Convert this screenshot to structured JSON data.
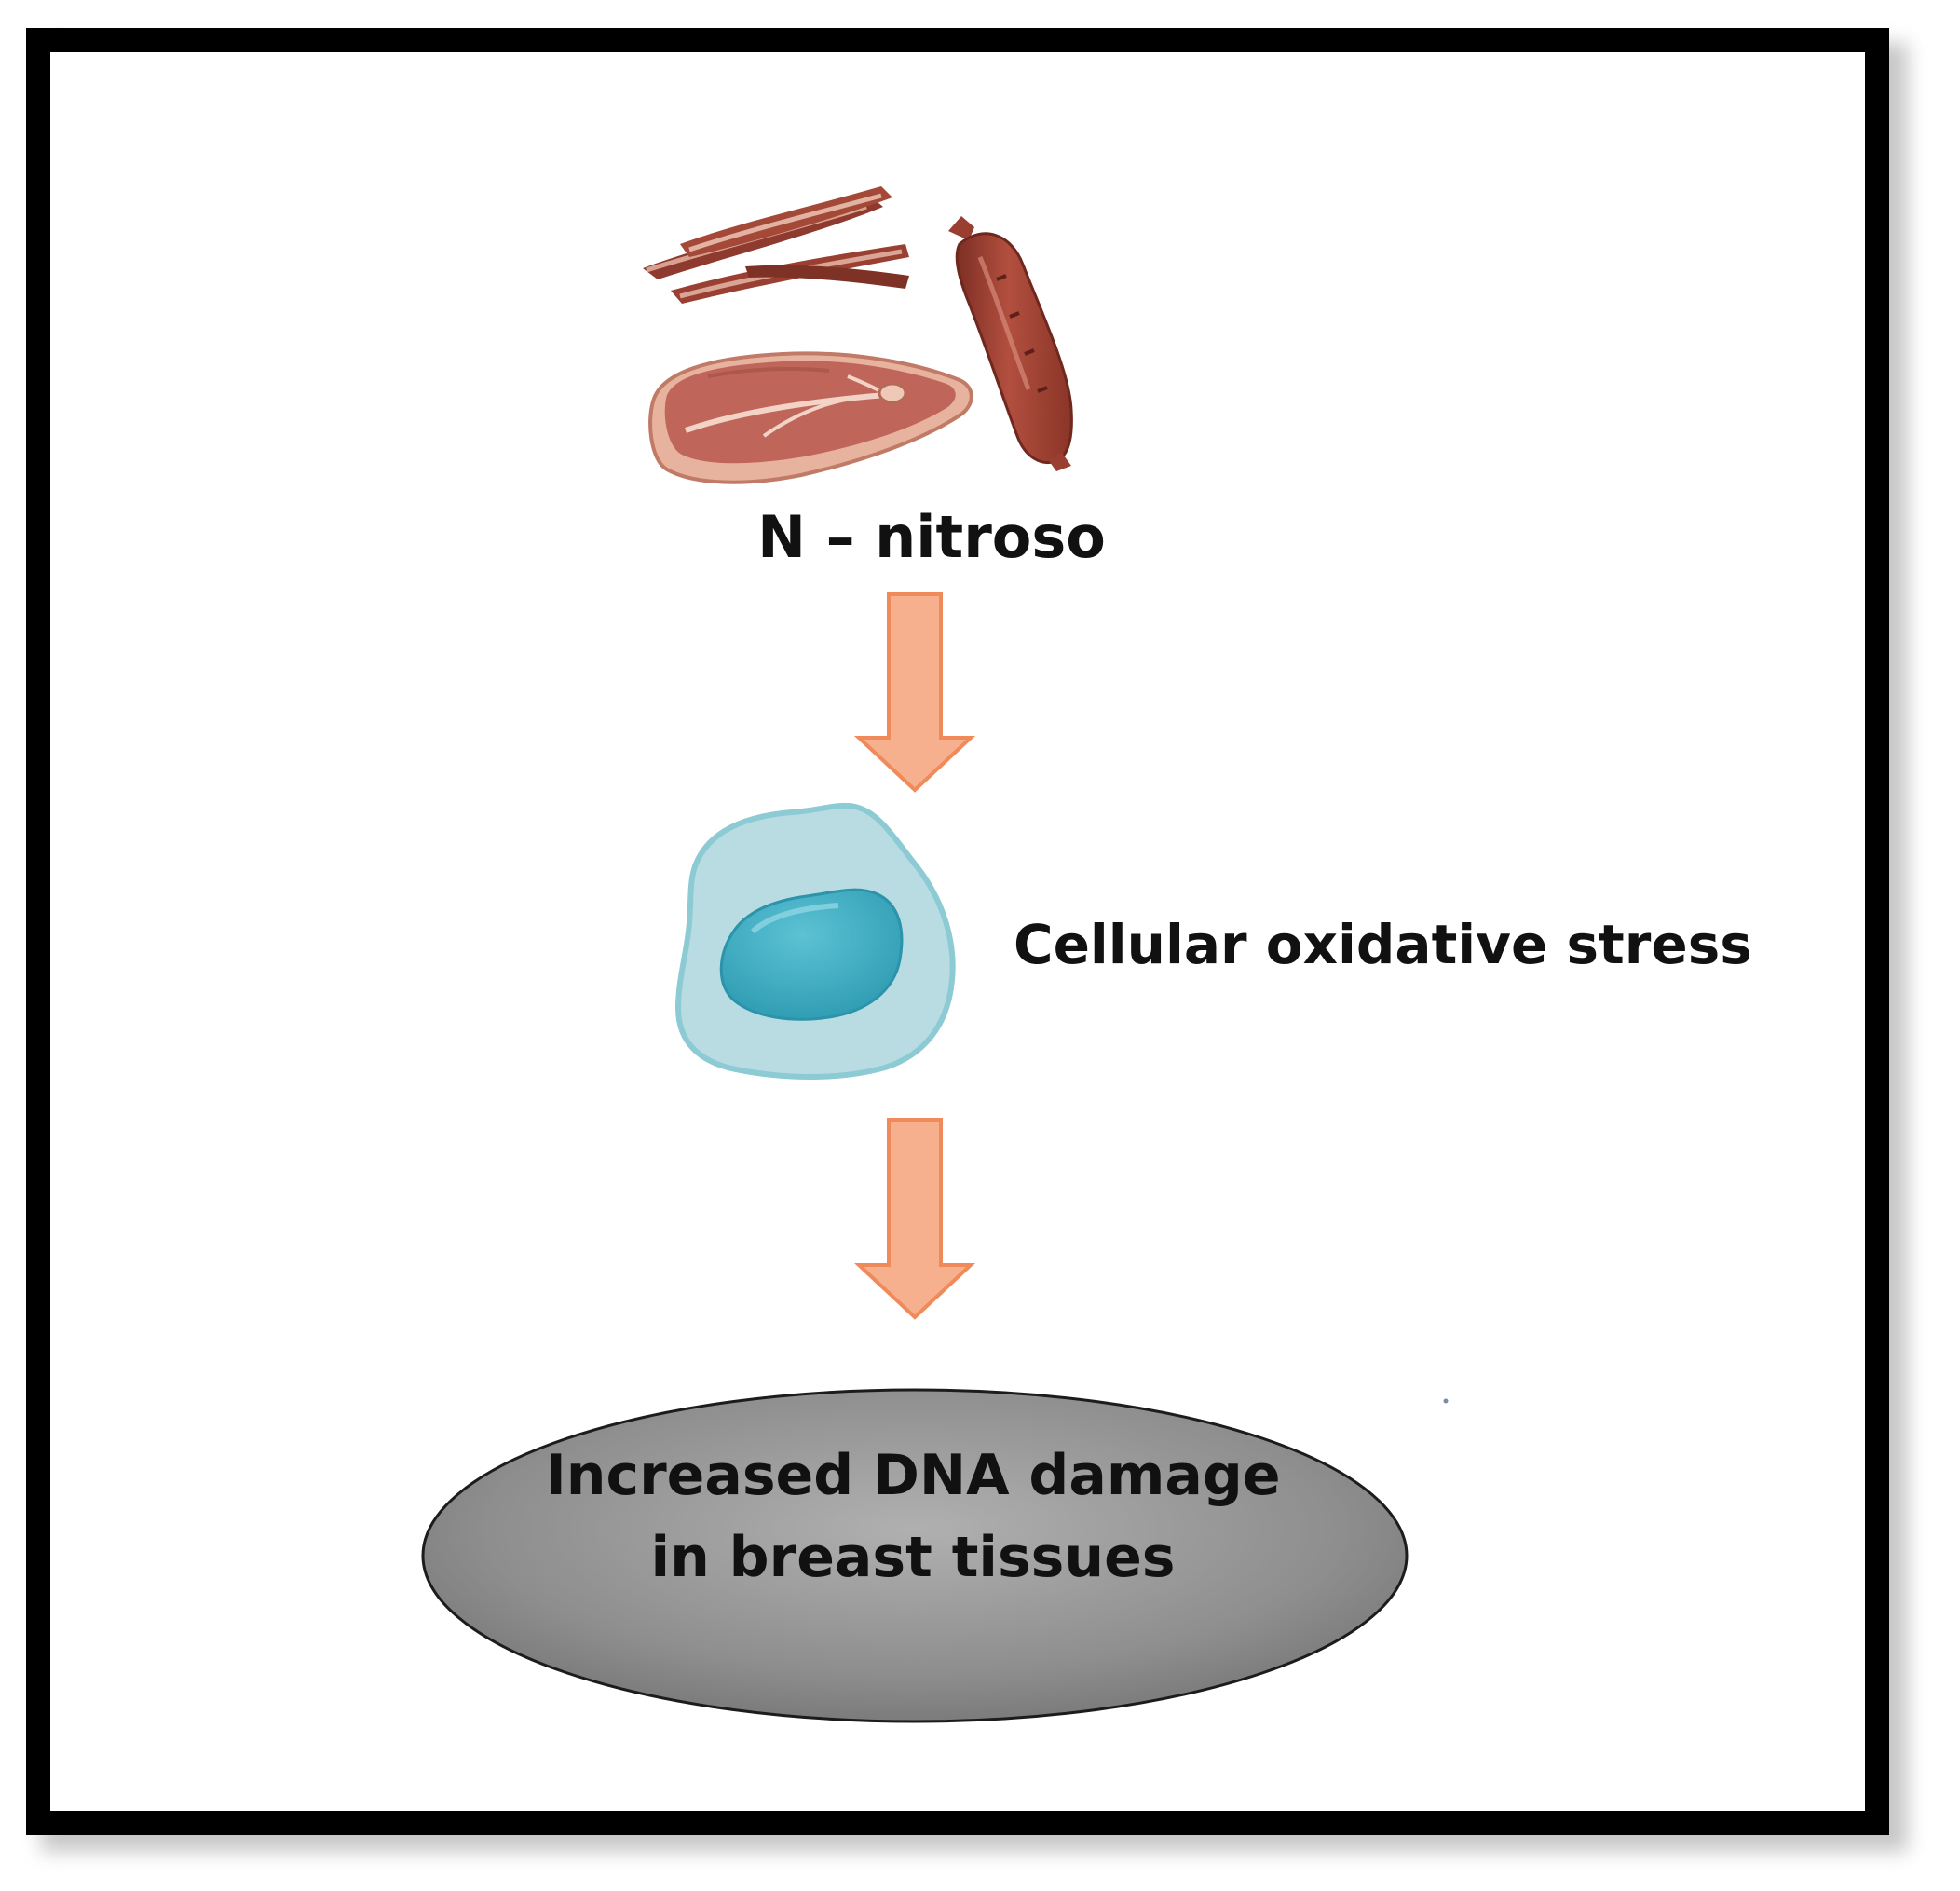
{
  "diagram": {
    "source_label": "N – nitroso",
    "intermediate_label": "Cellular oxidative stress",
    "outcome_label": "Increased DNA damage in breast tissues",
    "icons": [
      "bacon-icon",
      "sausage-icon",
      "steak-icon",
      "cell-icon"
    ],
    "colors": {
      "arrow_fill": "#f7b08e",
      "arrow_stroke": "#f08a5a",
      "cell_membrane": "#b8dce2",
      "cell_nucleus": "#3aaac0",
      "ellipse_fill": "#8e8e8e",
      "meat": "#a84a3c"
    }
  }
}
